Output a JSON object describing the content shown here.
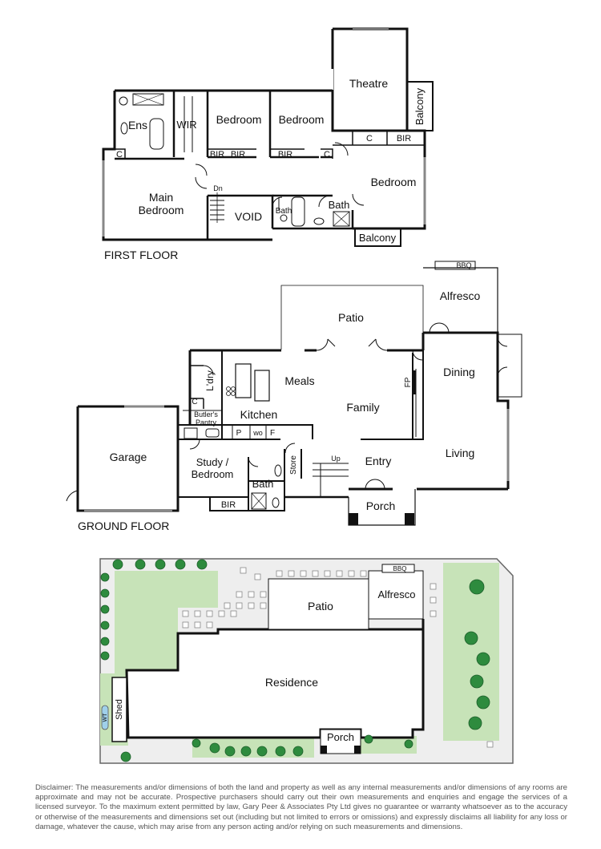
{
  "first_floor": {
    "title": "FIRST FLOOR",
    "rooms": {
      "theatre": "Theatre",
      "balcony_east": "Balcony",
      "ensuite": "Ens",
      "wir": "WIR",
      "bedroom_2": "Bedroom",
      "bedroom_3": "Bedroom",
      "bedroom_4": "Bedroom",
      "main_bedroom": "Main Bedroom",
      "void": "VOID",
      "bath_small": "Bath",
      "bath": "Bath",
      "balcony_south": "Balcony",
      "dn": "Dn",
      "c_left": "C",
      "c_mid": "C",
      "c_right": "C",
      "bir_1": "BIR",
      "bir_2": "BIR",
      "bir_3": "BIR",
      "bir_4": "BIR"
    }
  },
  "ground_floor": {
    "title": "GROUND FLOOR",
    "rooms": {
      "bbq": "BBQ",
      "alfresco": "Alfresco",
      "patio": "Patio",
      "dining": "Dining",
      "meals": "Meals",
      "family": "Family",
      "fp": "FP",
      "laundry": "L'dry",
      "c": "C",
      "kitchen": "Kitchen",
      "butlers_pantry": "Butler's Pantry",
      "p": "P",
      "wo": "wo",
      "f": "F",
      "garage": "Garage",
      "study": "Study / Bedroom",
      "bath": "Bath",
      "store": "Store",
      "up": "Up",
      "entry": "Entry",
      "living": "Living",
      "porch": "Porch",
      "bir": "BIR"
    }
  },
  "site_plan": {
    "rooms": {
      "bbq": "BBQ",
      "alfresco": "Alfresco",
      "patio": "Patio",
      "residence": "Residence",
      "shed": "Shed",
      "wt": "WT",
      "porch": "Porch"
    }
  },
  "disclaimer": "Disclaimer: The measurements and/or dimensions of both the land and property as well as any internal measurements and/or dimensions of any rooms are approximate and may not be accurate. Prospective purchasers should carry out their own measurements and enquiries and engage the services of a licensed surveyor. To the maximum extent permitted by law, Gary Peer & Associates Pty Ltd gives no guarantee or warranty whatsoever as to the accuracy or otherwise of the measurements and dimensions set out (including but not limited to errors or omissions) and expressly disclaims all liability for any loss or damage, whatever the cause, which may arise from any person acting and/or relying on such measurements and dimensions.",
  "colors": {
    "wall": "#111111",
    "lawn": "#c7e3b8",
    "tree": "#2e8b3e",
    "paving": "#d6d6d6",
    "disclaimer_text": "#555555"
  }
}
